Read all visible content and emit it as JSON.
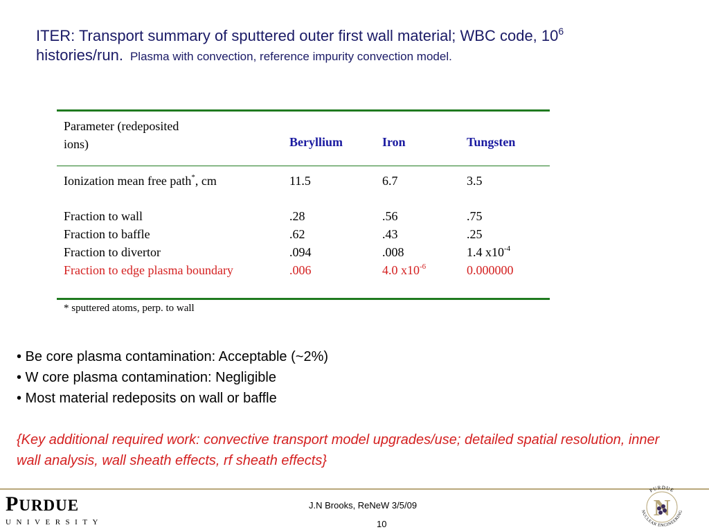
{
  "title": {
    "main": "ITER: Transport summary of sputtered outer first wall material; WBC code, 10",
    "sup": "6",
    "line2": "histories/run.",
    "sub": "Plasma with convection, reference impurity convection model."
  },
  "table": {
    "header": {
      "param_line1": "Parameter (redeposited",
      "param_line2": "ions)",
      "col_be": "Beryllium",
      "col_fe": "Iron",
      "col_w": "Tungsten"
    },
    "ionization": {
      "label": "Ionization mean free path",
      "label_sup": "*",
      "label_suffix": ", cm",
      "be": "11.5",
      "fe": "6.7",
      "w": "3.5"
    },
    "wall": {
      "label": "Fraction to wall",
      "be": ".28",
      "fe": ".56",
      "w": ".75"
    },
    "baffle": {
      "label": "Fraction to baffle",
      "be": ".62",
      "fe": ".43",
      "w": ".25"
    },
    "divertor": {
      "label": "Fraction to divertor",
      "be": ".094",
      "fe": ".008",
      "w_base": "1.4 x10",
      "w_sup": "-4"
    },
    "edge": {
      "label": "Fraction to edge plasma boundary",
      "be": ".006",
      "fe_base": "4.0 x10",
      "fe_sup": "-6",
      "w": "0.000000"
    },
    "note": "* sputtered atoms, perp. to wall"
  },
  "bullets": [
    "• Be core plasma contamination: Acceptable (~2%)",
    "• W core plasma contamination: Negligible",
    "• Most material redeposits on wall or baffle"
  ],
  "key_work": "{Key additional required work:  convective transport model upgrades/use; detailed spatial resolution, inner wall analysis, wall sheath effects, rf sheath effects}",
  "footer": {
    "logo_word_big": "P",
    "logo_word_rest": "URDUE",
    "logo_univ": "UNIVERSITY",
    "credit": "J.N Brooks, ReNeW 3/5/09",
    "page": "10",
    "ne_letter": "N",
    "ne_ring_top": "PURDUE",
    "ne_ring_bottom": "NUCLEAR ENGINEERING"
  },
  "colors": {
    "title": "#1a1a66",
    "header": "#1a1aa0",
    "red": "#d42020",
    "rule": "#1f7a1f",
    "gold": "#b8a77a"
  }
}
